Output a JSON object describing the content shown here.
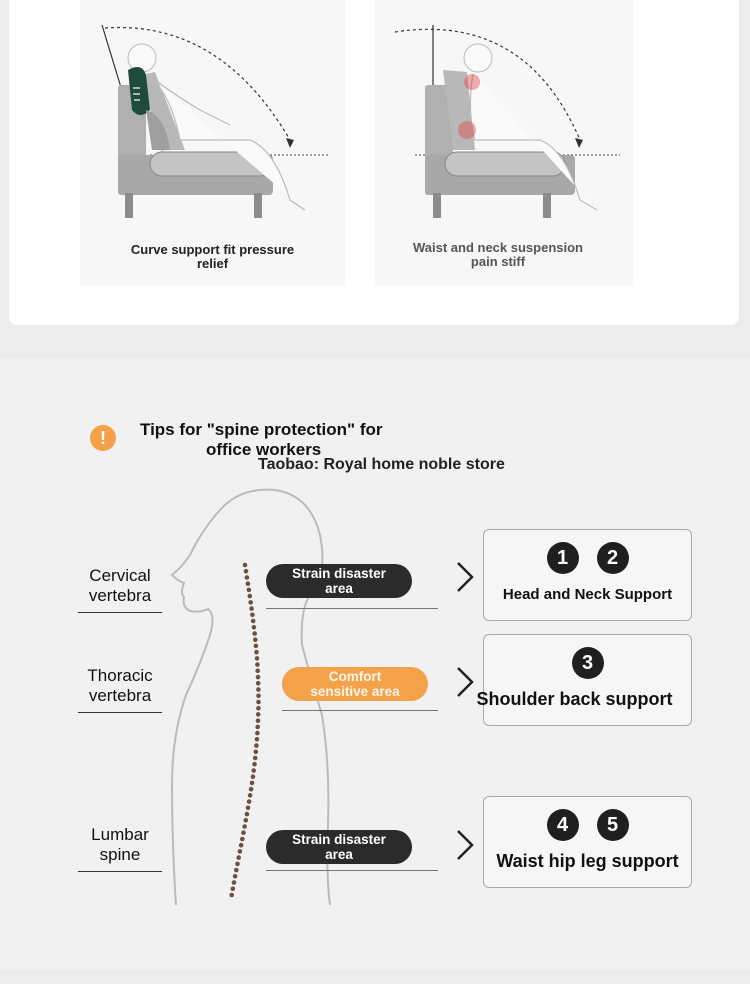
{
  "illustrations": {
    "left_caption": "Curve support fit pressure relief",
    "right_caption": "Waist and neck suspension pain stiff"
  },
  "tips": {
    "icon": "exclamation-icon",
    "title_line1": "Tips for \"spine protection\" for",
    "title_line2": "office workers",
    "store": "Taobao: Royal home noble store"
  },
  "spine": {
    "cervical_line1": "Cervical",
    "cervical_line2": "vertebra",
    "thoracic_line1": "Thoracic",
    "thoracic_line2": "vertebra",
    "lumbar_line1": "Lumbar",
    "lumbar_line2": "spine"
  },
  "pills": {
    "p1_line1": "Strain disaster",
    "p1_line2": "area",
    "p2_line1": "Comfort",
    "p2_line2": "sensitive area",
    "p3_line1": "Strain disaster",
    "p3_line2": "area"
  },
  "supports": {
    "b1_nums": [
      "1",
      "2"
    ],
    "b1_label": "Head and Neck Support",
    "b2_nums": [
      "3"
    ],
    "b2_label": "Shoulder back support",
    "b3_nums": [
      "4",
      "5"
    ],
    "b3_label": "Waist hip leg support"
  },
  "colors": {
    "cushion": "#1f4a3e",
    "accent_orange": "#f4a24a",
    "pill_dark": "#2b2b2b",
    "spine_dots": "#6e5040",
    "pain_red": "#e04848"
  }
}
